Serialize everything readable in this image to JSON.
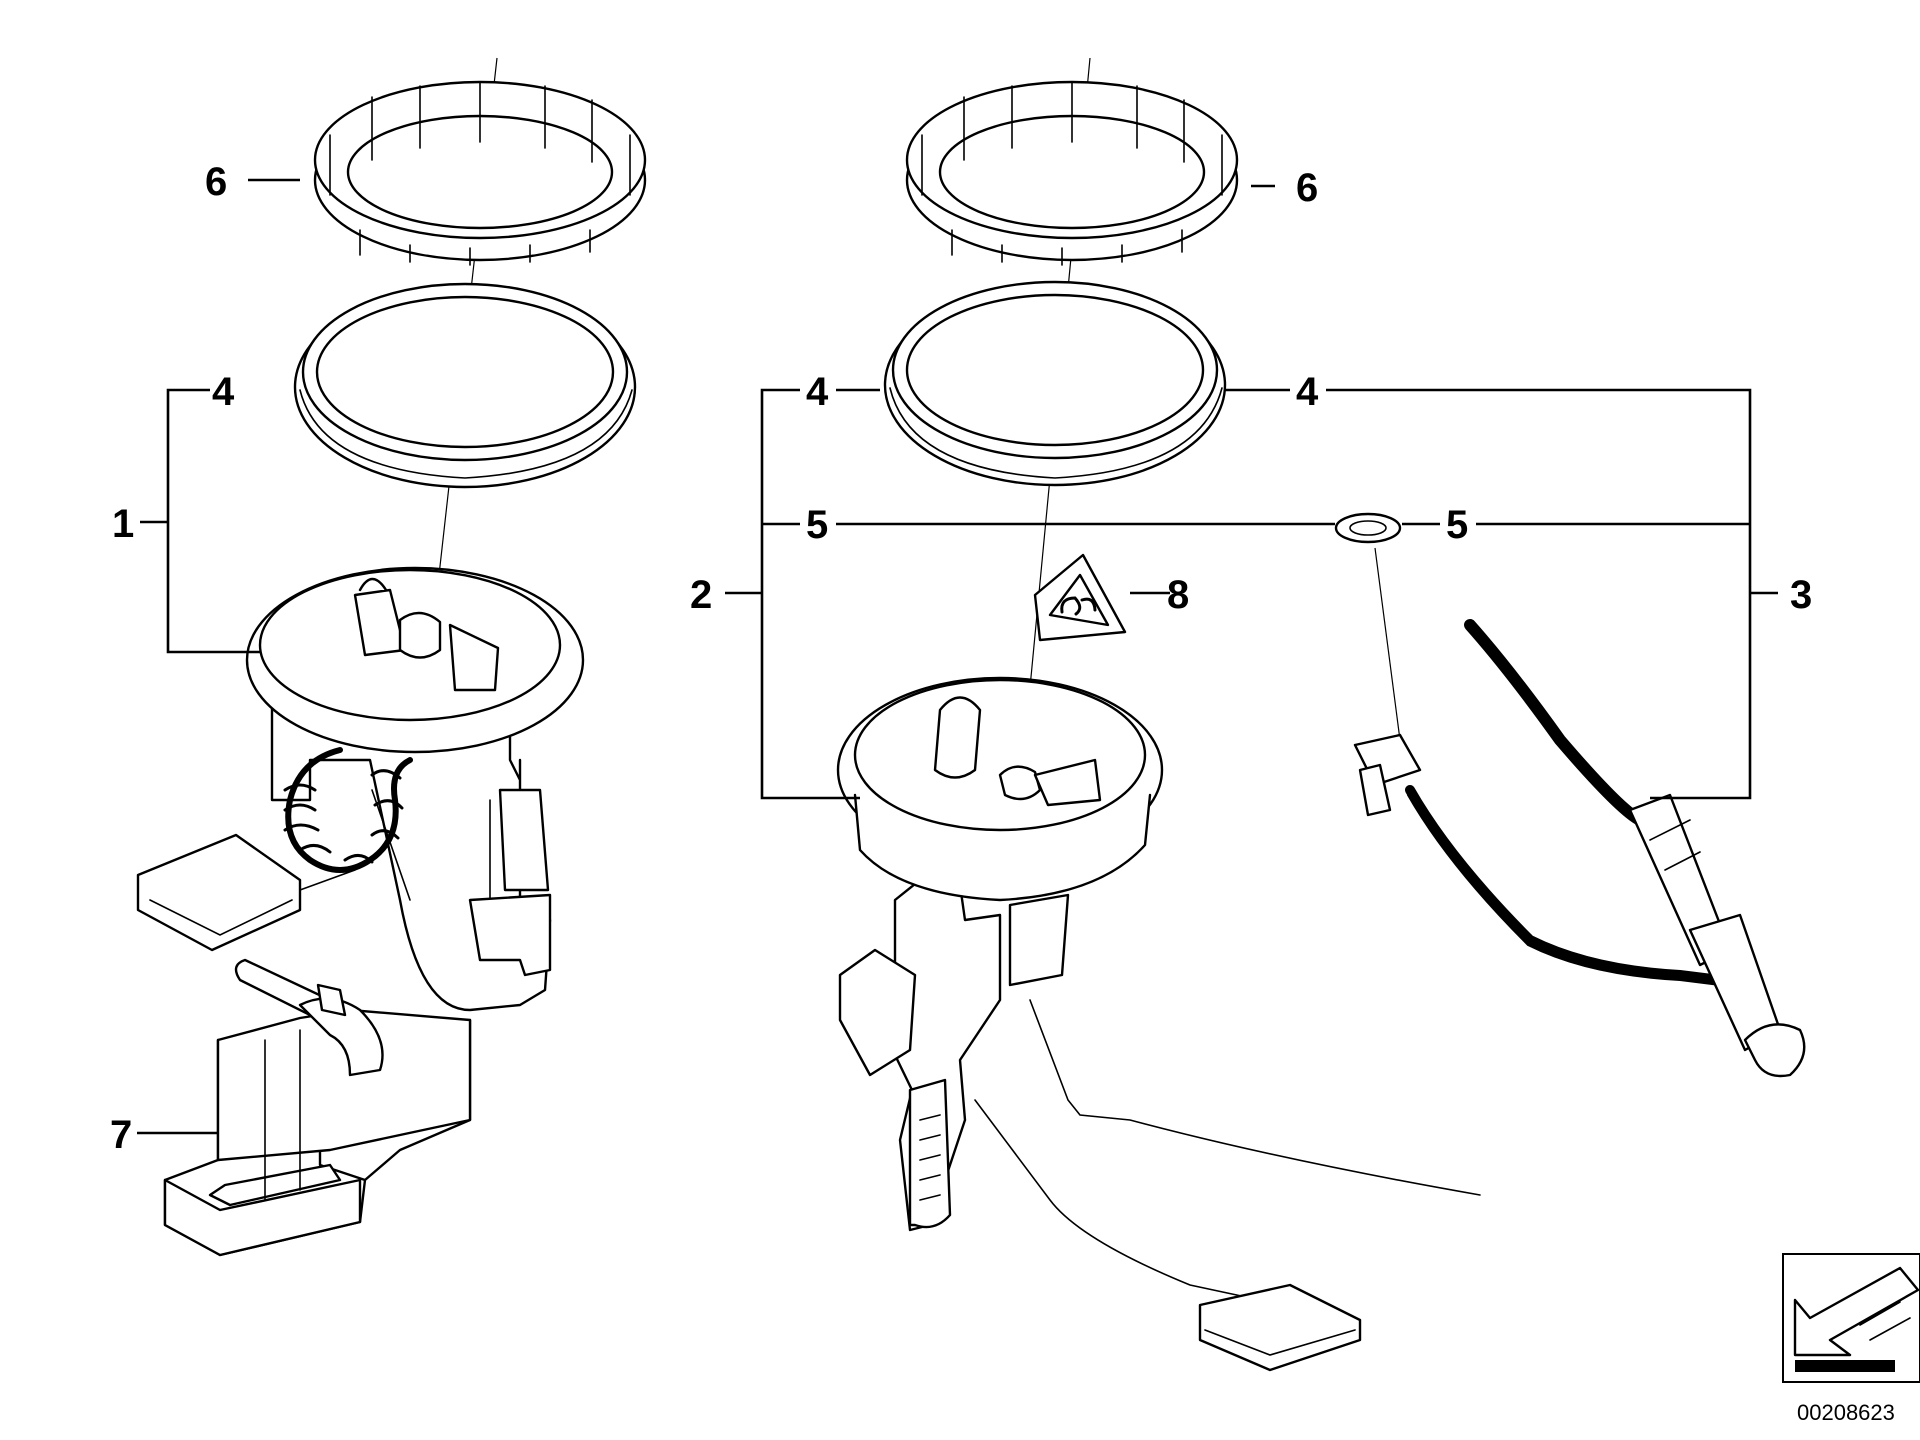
{
  "callouts": {
    "c1": "1",
    "c2": "2",
    "c3": "3",
    "c4_left": "4",
    "c4_mid": "4",
    "c4_right": "4",
    "c5_left": "5",
    "c5_right": "5",
    "c6_left": "6",
    "c6_right": "6",
    "c7": "7",
    "c8": "8"
  },
  "reference_number": "00208623",
  "icons": {
    "warning_triangle": "fuel-warning-triangle-icon",
    "corner_arrow": "diagonal-arrow-icon"
  },
  "colors": {
    "line": "#000000",
    "background": "#ffffff"
  }
}
